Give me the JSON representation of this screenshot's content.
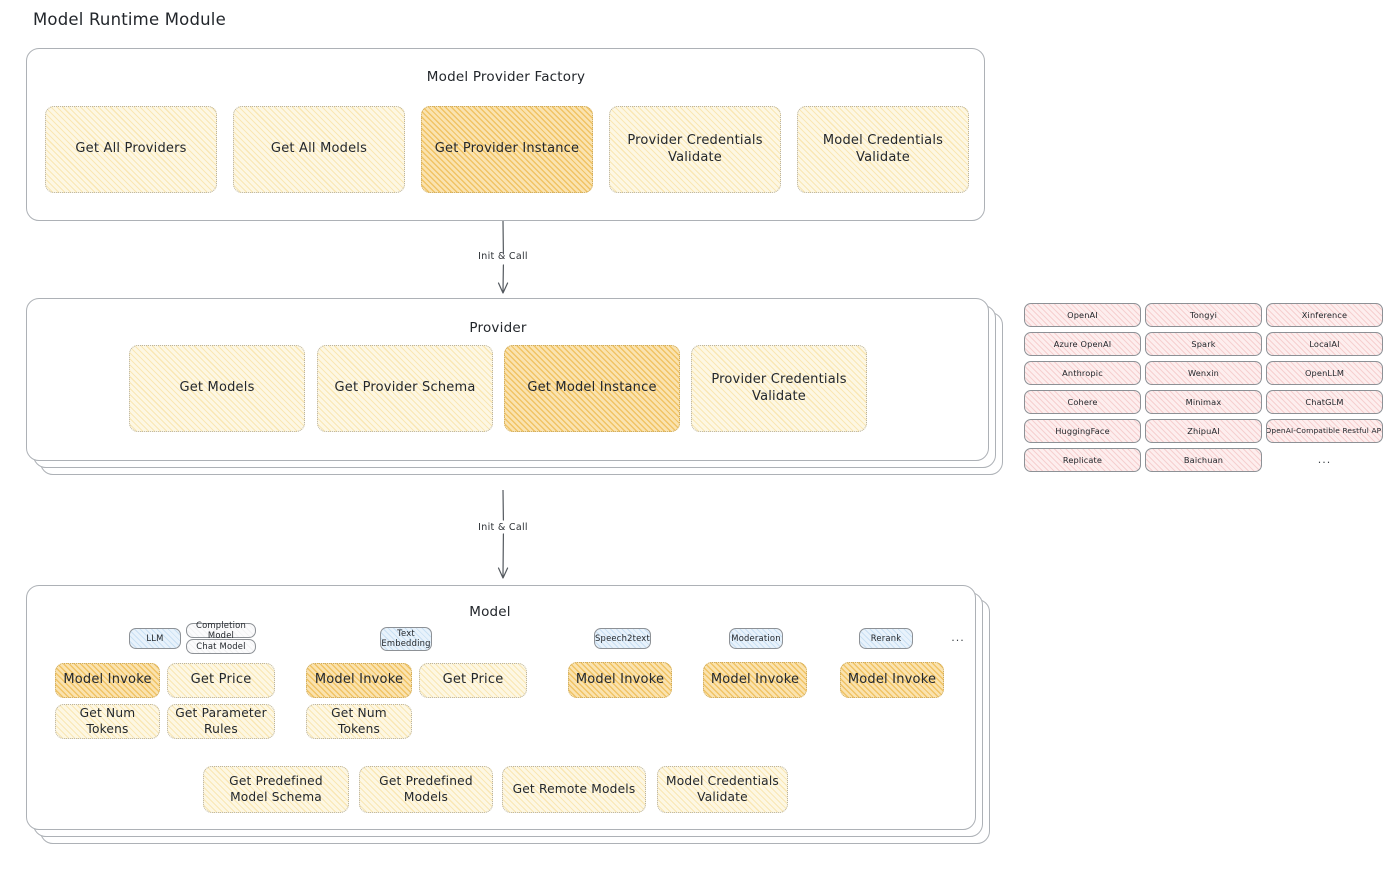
{
  "title": "Model Runtime Module",
  "sections": [
    {
      "key": "model_provider_factory",
      "title": "Model Provider Factory",
      "boxes": [
        {
          "label": "Get All Providers",
          "highlighted": false
        },
        {
          "label": "Get All Models",
          "highlighted": false
        },
        {
          "label": "Get Provider Instance",
          "highlighted": true
        },
        {
          "label": "Provider Credentials Validate",
          "highlighted": false
        },
        {
          "label": "Model Credentials Validate",
          "highlighted": false
        }
      ]
    },
    {
      "key": "provider",
      "title": "Provider",
      "boxes": [
        {
          "label": "Get Models",
          "highlighted": false
        },
        {
          "label": "Get Provider Schema",
          "highlighted": false
        },
        {
          "label": "Get Model Instance",
          "highlighted": true
        },
        {
          "label": "Provider Credentials Validate",
          "highlighted": false
        }
      ]
    },
    {
      "key": "model",
      "title": "Model"
    }
  ],
  "arrows": [
    {
      "key": "factory-to-provider",
      "label": "Init & Call"
    },
    {
      "key": "provider-to-model",
      "label": "Init & Call"
    }
  ],
  "provider_pills": [
    "OpenAI",
    "Tongyi",
    "Xinference",
    "Azure OpenAI",
    "Spark",
    "LocalAI",
    "Anthropic",
    "Wenxin",
    "OpenLLM",
    "Cohere",
    "Minimax",
    "ChatGLM",
    "HuggingFace",
    "ZhipuAI",
    "OpenAI-Compatible Restful API",
    "Replicate",
    "Baichuan",
    "..."
  ],
  "provider_pills_ellipsis": "...",
  "model_groups": [
    {
      "key": "llm",
      "badge": "LLM",
      "sub_badges": [
        "Completion Model",
        "Chat Model"
      ],
      "boxes": [
        {
          "label": "Model Invoke",
          "highlighted": true
        },
        {
          "label": "Get Price",
          "highlighted": false
        },
        {
          "label": "Get Num Tokens",
          "highlighted": false
        },
        {
          "label": "Get Parameter Rules",
          "highlighted": false
        }
      ]
    },
    {
      "key": "text-embedding",
      "badge": "Text\nEmbedding",
      "sub_badges": [],
      "boxes": [
        {
          "label": "Model Invoke",
          "highlighted": true
        },
        {
          "label": "Get Price",
          "highlighted": false
        },
        {
          "label": "Get Num Tokens",
          "highlighted": false
        }
      ]
    },
    {
      "key": "speech2text",
      "badge": "Speech2text",
      "sub_badges": [],
      "boxes": [
        {
          "label": "Model Invoke",
          "highlighted": true
        }
      ]
    },
    {
      "key": "moderation",
      "badge": "Moderation",
      "sub_badges": [],
      "boxes": [
        {
          "label": "Model Invoke",
          "highlighted": true
        }
      ]
    },
    {
      "key": "rerank",
      "badge": "Rerank",
      "sub_badges": [],
      "boxes": [
        {
          "label": "Model Invoke",
          "highlighted": true
        }
      ]
    }
  ],
  "model_groups_ellipsis": "...",
  "model_common_boxes": [
    {
      "label": "Get Predefined Model Schema"
    },
    {
      "label": "Get Predefined Models"
    },
    {
      "label": "Get Remote Models"
    },
    {
      "label": "Model Credentials Validate"
    }
  ],
  "colors": {
    "box_fill": "#fdf7e3",
    "box_fill_highlight": "#fae3b0",
    "box_border": "#b9b3a2",
    "pill_fill": "#fdeeee",
    "badge_fill": "#e8f2fb",
    "card_border": "#adb1b6",
    "text": "#22262b"
  }
}
